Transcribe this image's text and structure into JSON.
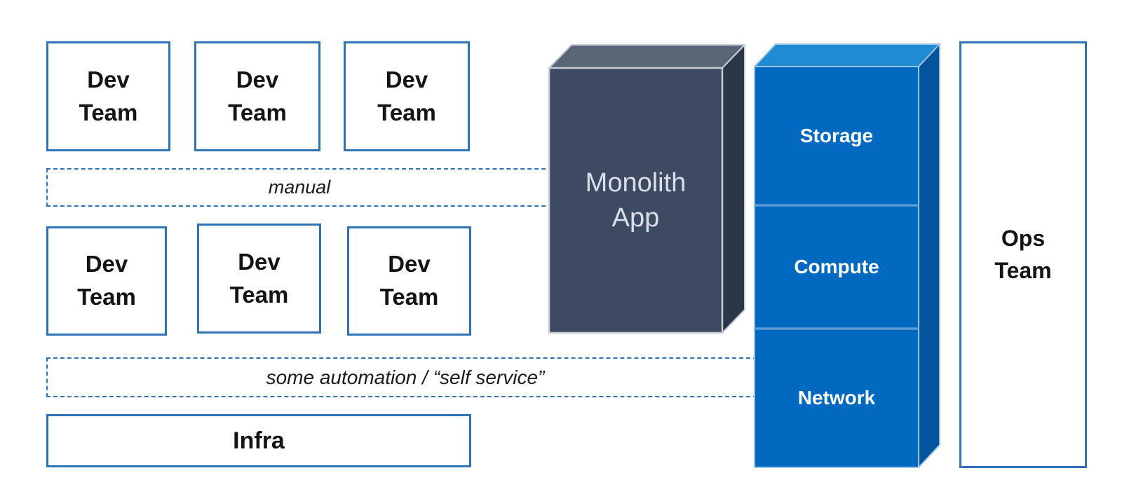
{
  "dev_teams": [
    {
      "line1": "Dev",
      "line2": "Team"
    },
    {
      "line1": "Dev",
      "line2": "Team"
    },
    {
      "line1": "Dev",
      "line2": "Team"
    },
    {
      "line1": "Dev",
      "line2": "Team"
    },
    {
      "line1": "Dev",
      "line2": "Team"
    },
    {
      "line1": "Dev",
      "line2": "Team"
    }
  ],
  "banners": {
    "manual": "manual",
    "automation": "some automation / “self service”"
  },
  "infra": {
    "label": "Infra"
  },
  "monolith": {
    "line1": "Monolith",
    "line2": "App"
  },
  "stack": {
    "sections": [
      {
        "label": "Storage"
      },
      {
        "label": "Compute"
      },
      {
        "label": "Network"
      }
    ]
  },
  "ops": {
    "line1": "Ops",
    "line2": "Team"
  },
  "colors": {
    "box_border": "#2E74B5",
    "dashed_border": "#2E75B6",
    "monolith_front": "#3E4A61",
    "monolith_top": "#5A6678",
    "monolith_side": "#2B3648",
    "monolith_edge": "#C8CCD3",
    "monolith_text": "#D9DEE8",
    "stack_front": "#0169C0",
    "stack_top": "#1E8BD2",
    "stack_side": "#04539D",
    "stack_edge": "#9DC3E6",
    "stack_divider": "#5B9BD5",
    "stack_text": "#FFFFFF"
  }
}
